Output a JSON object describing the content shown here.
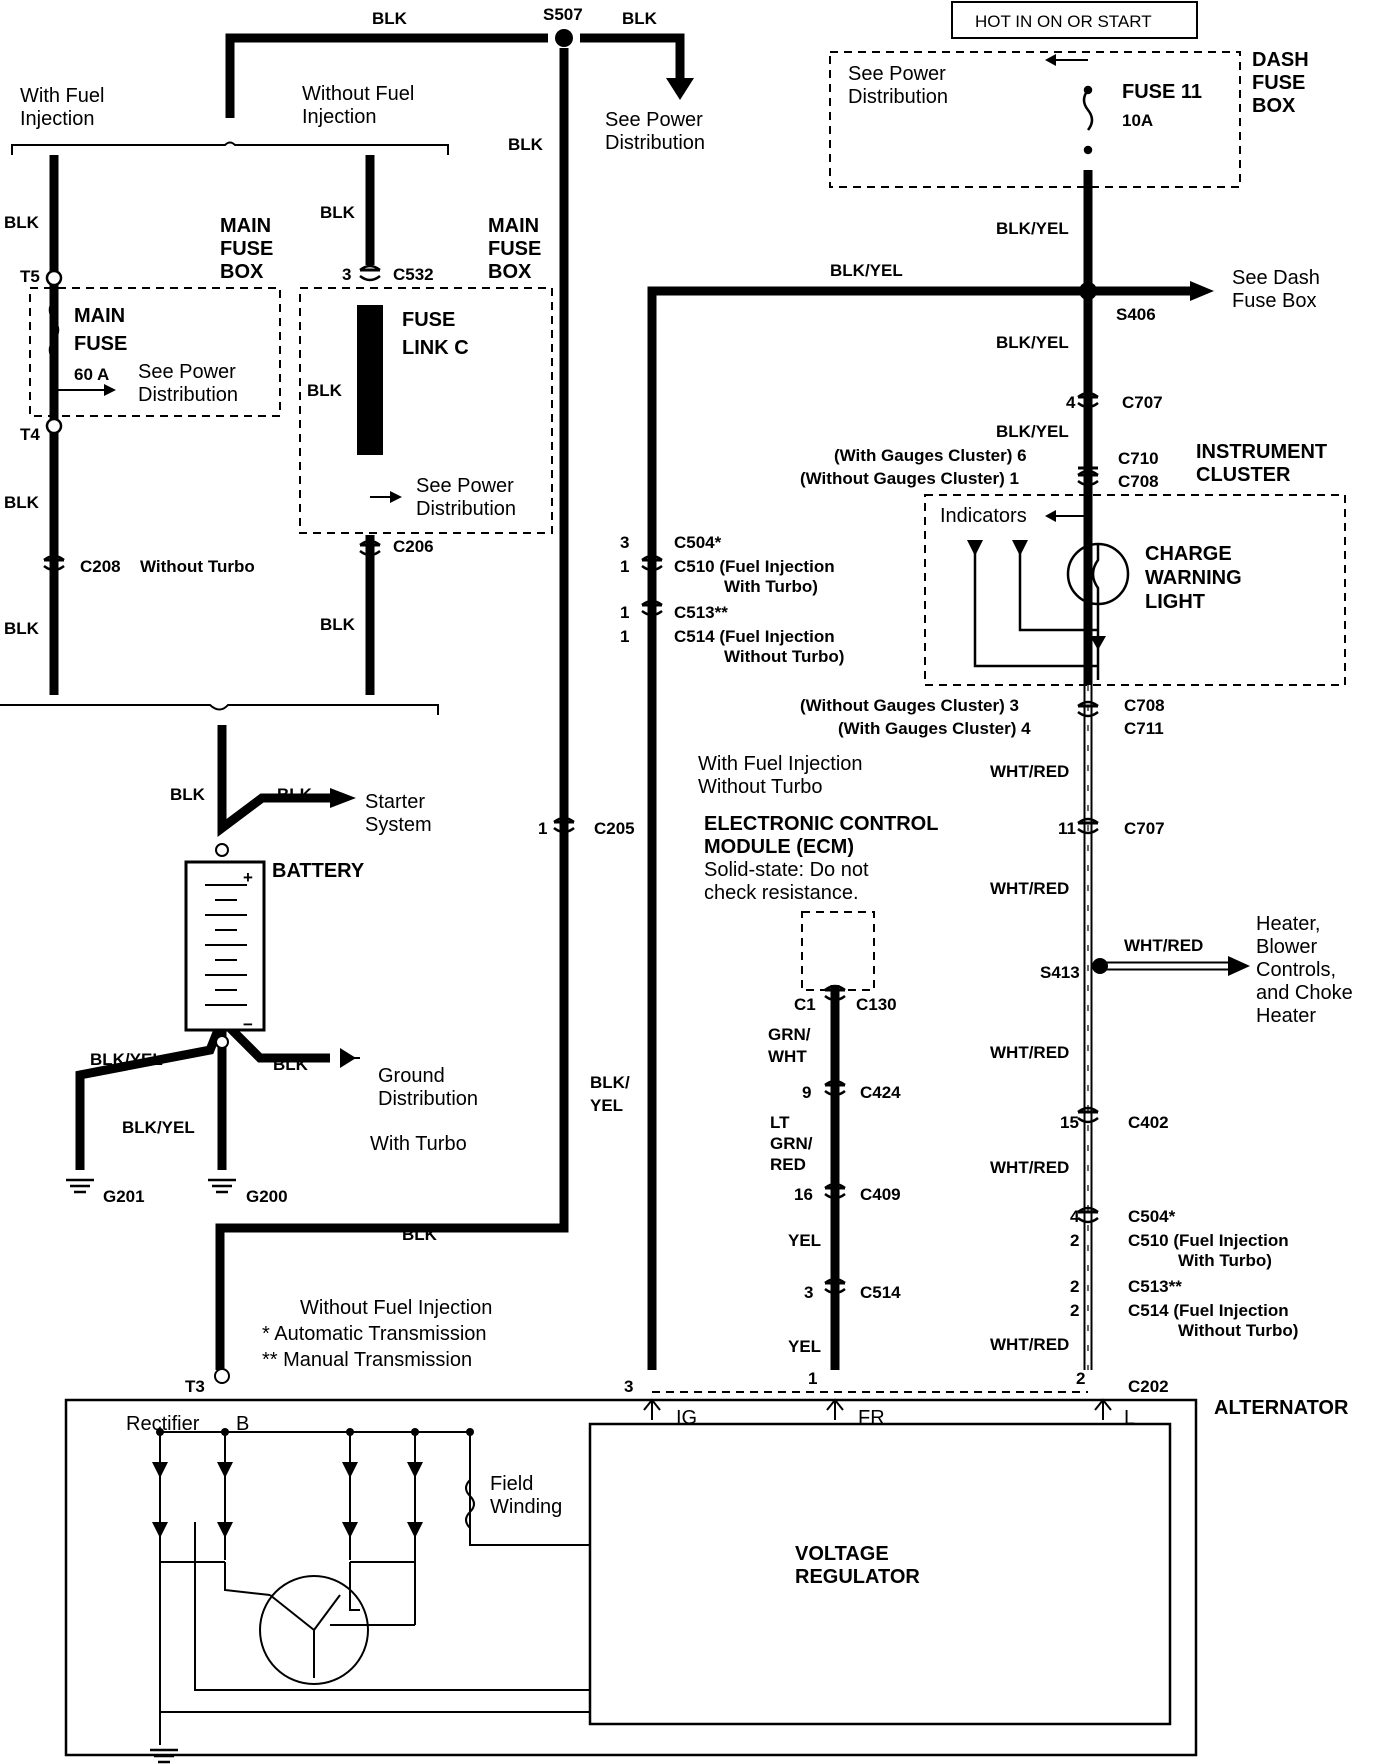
{
  "colors": {
    "ink": "#000000",
    "background": "#ffffff"
  },
  "top": {
    "blk_left": "BLK",
    "splice": "S507",
    "blk_right": "BLK",
    "blk_trunk": "BLK",
    "see_power": "See Power\nDistribution"
  },
  "fuse_inj": {
    "with": "With Fuel\nInjection",
    "without": "Without Fuel\nInjection"
  },
  "main_fuse_box": {
    "blk_top": "BLK",
    "box_label": "MAIN\nFUSE\nBOX",
    "t5": "T5",
    "fuse_name": "MAIN\nFUSE",
    "fuse_rating": "60 A",
    "see_power": "See Power\nDistribution",
    "t4": "T4",
    "blk_mid": "BLK",
    "c208": "C208",
    "without_turbo": "Without Turbo",
    "blk_bottom": "BLK"
  },
  "fuse_link": {
    "blk_top": "BLK",
    "box_label": "MAIN\nFUSE\nBOX",
    "pin": "3",
    "c532": "C532",
    "name": "FUSE\nLINK C",
    "blk_inside": "BLK",
    "see_power": "See Power\nDistribution",
    "c206": "C206",
    "blk_bottom": "BLK"
  },
  "battery": {
    "blk_in": "BLK",
    "blk_starter": "BLK",
    "starter": "Starter\nSystem",
    "label": "BATTERY",
    "plus": "+",
    "minus": "−",
    "blk_yel_1": "BLK/YEL",
    "blk_ground": "BLK",
    "ground": "Ground\nDistribution",
    "blk_yel_2": "BLK/YEL",
    "with_turbo": "With Turbo",
    "g201": "G201",
    "g200": "G200"
  },
  "alt_feed": {
    "pin": "1",
    "c205": "C205",
    "blk": "BLK",
    "t3": "T3",
    "notes": [
      "Without Fuel Injection",
      "* Automatic Transmission",
      "** Manual Transmission"
    ]
  },
  "dash": {
    "hot": "HOT IN ON OR START",
    "see_power": "See Power\nDistribution",
    "fuse": "FUSE 11",
    "rating": "10A",
    "box_label": "DASH\nFUSE\nBOX"
  },
  "ign_line": {
    "blk_yel_top": "BLK/YEL",
    "blk_yel_horiz": "BLK/YEL",
    "s406": "S406",
    "see_dash": "See Dash\nFuse Box",
    "blk_yel_mid": "BLK/YEL",
    "c707_pin": "4",
    "c707": "C707",
    "blk_yel_low": "BLK/YEL",
    "with_gauges": "(With Gauges Cluster) 6",
    "without_gauges": "(Without Gauges Cluster) 1",
    "c710": "C710",
    "c708": "C708",
    "cluster_label": "INSTRUMENT\nCLUSTER",
    "blk_yel_side": "BLK/\nYEL"
  },
  "cluster": {
    "indicators": "Indicators",
    "lamp": "CHARGE\nWARNING\nLIGHT"
  },
  "left_conn": {
    "pins": [
      "3",
      "1",
      "1",
      "1"
    ],
    "labels": [
      "C504*",
      "C510 (Fuel Injection",
      "With Turbo)",
      "C513**",
      "C514 (Fuel Injection",
      "Without Turbo)"
    ]
  },
  "wht_line": {
    "without_gauges": "(Without Gauges Cluster) 3",
    "with_gauges": "(With Gauges Cluster) 4",
    "c708": "C708",
    "c711": "C711",
    "wr1": "WHT/RED",
    "c707_pin": "11",
    "c707": "C707",
    "wr2": "WHT/RED",
    "wr3": "WHT/RED",
    "s413": "S413",
    "heater": "Heater,\nBlower\nControls,\nand Choke\nHeater",
    "wr4": "WHT/RED",
    "c402_pin": "15",
    "c402": "C402",
    "wr5": "WHT/RED",
    "pins": [
      "4",
      "2",
      "2",
      "2"
    ],
    "labels": [
      "C504*",
      "C510 (Fuel Injection",
      "With Turbo)",
      "C513**",
      "C514 (Fuel Injection",
      "Without Turbo)"
    ],
    "wr6": "WHT/RED",
    "c202_pin": "2",
    "c202": "C202"
  },
  "ecm": {
    "note": "With Fuel Injection\nWithout Turbo",
    "title": "ELECTRONIC CONTROL\nMODULE (ECM)",
    "sub": "Solid-state: Do not\ncheck resistance.",
    "c1": "C1",
    "c130": "C130",
    "grn_wht": "GRN/\nWHT",
    "c424_pin": "9",
    "c424": "C424",
    "lt_grn": "LT\nGRN/\nRED",
    "c409_pin": "16",
    "c409": "C409",
    "yel1": "YEL",
    "c514_pin": "3",
    "c514": "C514",
    "yel2": "YEL",
    "fr_pin": "1"
  },
  "alternator": {
    "label": "ALTERNATOR",
    "ig_pin": "3",
    "ig": "IG",
    "fr": "FR",
    "l": "L",
    "rectifier": "Rectifier",
    "b": "B",
    "field": "Field\nWinding",
    "regulator": "VOLTAGE\nREGULATOR"
  }
}
